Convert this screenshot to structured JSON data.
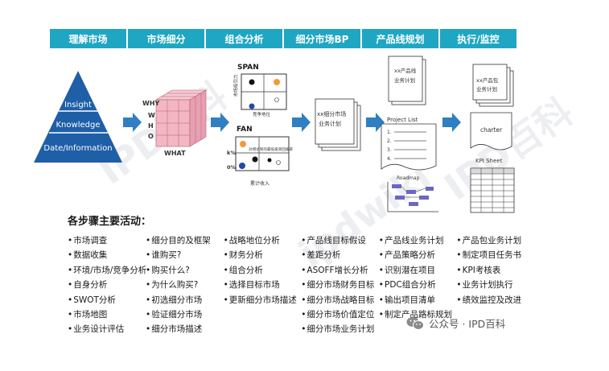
{
  "header": [
    "理解市场",
    "市场细分",
    "组合分析",
    "细分市场BP",
    "产品线规划",
    "执行/监控"
  ],
  "pyramid": [
    "Insight",
    "Knowledge",
    "Date/Information"
  ],
  "cube": {
    "why": "WHY",
    "who": "W\nH\nO",
    "what": "WHAT"
  },
  "span": {
    "title": "SPAN",
    "y_label": "市场吸引力",
    "x_label": "竞争地位"
  },
  "fan": {
    "title": "FAN",
    "y_label": "k%",
    "y_label2": "0%",
    "note": "对增达到的最低投资回报率",
    "x_label": "累计收入"
  },
  "bp_doc": "xx细分市场\n业务计划",
  "plan_doc": "xx产品线\n业务计划",
  "project_list": "Project List",
  "roadmap": "Roadmap",
  "pkg_doc": "xx产品包\n业务计划",
  "charter": "charter",
  "kpi": "KPI Sheet",
  "activities_title": "各步骤主要活动：",
  "columns": [
    [
      "市场调查",
      "数据收集",
      "环境/市场/竞争分析",
      "自身分析",
      "SWOT分析",
      "市场地图",
      "业务设计评估"
    ],
    [
      "细分目的及框架",
      "谁购买?",
      "购买什么?",
      "为什么购买?",
      "初选细分市场",
      "验证细分市场",
      "细分市场描述"
    ],
    [
      "战略地位分析",
      "财务分析",
      "组合分析",
      "选择目标市场",
      "更新细分市场描述"
    ],
    [
      "产品线目标假设",
      "差距分析",
      "ASOFF增长分析",
      "细分市场财务目标",
      "细分市场战略目标",
      "细分市场价值定位",
      "细分市场业务计划"
    ],
    [
      "产品线业务计划",
      "产品策略分析",
      "识别潜在项目",
      "PDC组合分析",
      "输出项目清单",
      "制定产品路标规划"
    ],
    [
      "产品包业务计划",
      "制定项目任务书",
      "KPI考核表",
      "业务计划执行",
      "绩效监控及改进"
    ]
  ],
  "watermark": {
    "brand": "公众号 · IPD百科",
    "text": "IPD百科",
    "site": "ipdwiki"
  },
  "colors": {
    "accent": "#1fa6c2",
    "pyramid": "#1e5fa8",
    "arrow": "#2f7fc2",
    "cube": "#f3b6c3"
  }
}
